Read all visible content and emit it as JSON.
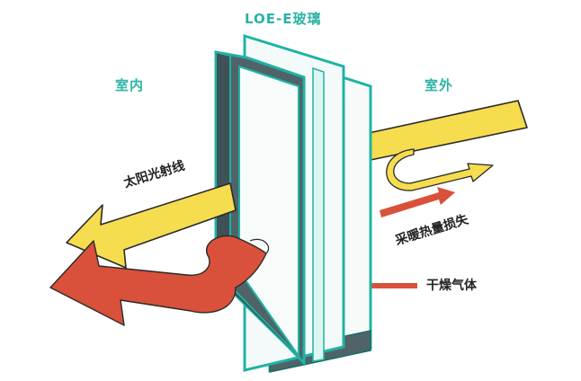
{
  "labels": {
    "title": "LOE-E玻璃",
    "indoor": "室内",
    "outdoor": "室外",
    "sunlight": "太阳光射线",
    "heat_loss": "采暖热量损失",
    "dry_gas": "干燥气体"
  },
  "colors": {
    "teal": "#2bb3a6",
    "glass_dark": "#4f6369",
    "glass_edge": "#1fb3a3",
    "sun_yellow": "#f6dc4f",
    "heat_red": "#d9513a",
    "outline": "#2a2a2a"
  }
}
